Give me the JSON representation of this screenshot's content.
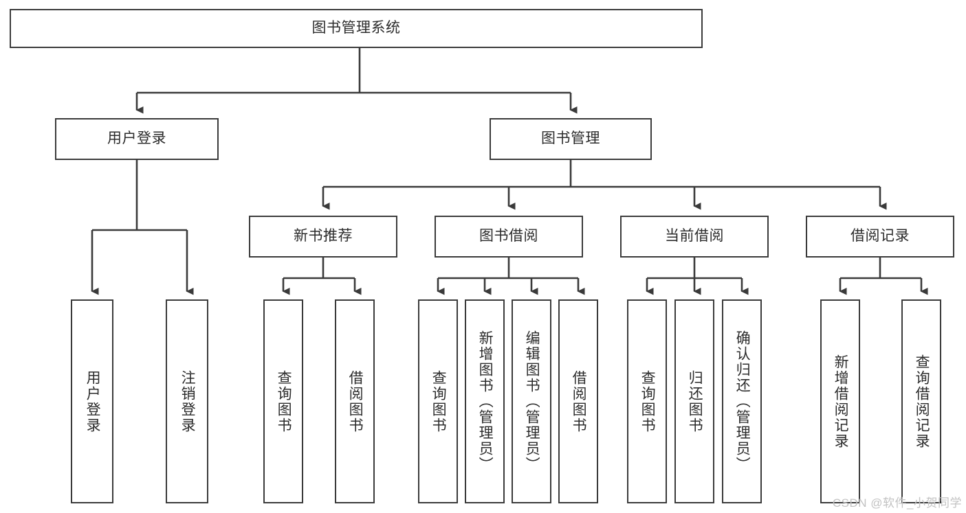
{
  "diagram": {
    "title_node": {
      "id": "root",
      "label": "图书管理系统"
    },
    "level1": [
      {
        "id": "login",
        "label": "用户登录"
      },
      {
        "id": "bookmgmt",
        "label": "图书管理"
      }
    ],
    "level2": [
      {
        "id": "newbook",
        "label": "新书推荐"
      },
      {
        "id": "borrow",
        "label": "图书借阅"
      },
      {
        "id": "current",
        "label": "当前借阅"
      },
      {
        "id": "records",
        "label": "借阅记录"
      }
    ],
    "leaves": [
      {
        "id": "leaf-user-login",
        "label": "用户登录"
      },
      {
        "id": "leaf-user-logout",
        "label": "注销登录"
      },
      {
        "id": "leaf-query-book-1",
        "label": "查询图书"
      },
      {
        "id": "leaf-borrow-book-1",
        "label": "借阅图书"
      },
      {
        "id": "leaf-query-book-2",
        "label": "查询图书"
      },
      {
        "id": "leaf-add-book",
        "label": "新增图书（管理员）"
      },
      {
        "id": "leaf-edit-book",
        "label": "编辑图书（管理员）"
      },
      {
        "id": "leaf-borrow-book-2",
        "label": "借阅图书"
      },
      {
        "id": "leaf-query-book-3",
        "label": "查询图书"
      },
      {
        "id": "leaf-return-book",
        "label": "归还图书"
      },
      {
        "id": "leaf-confirm-return",
        "label": "确认归还（管理员）"
      },
      {
        "id": "leaf-add-record",
        "label": "新增借阅记录"
      },
      {
        "id": "leaf-query-record",
        "label": "查询借阅记录"
      }
    ],
    "watermark": "CSDN @软件_小贺同学",
    "colors": {
      "stroke": "#3a3a3a",
      "text": "#2b2b2b",
      "background": "#ffffff",
      "watermark": "#c2c2c2"
    }
  }
}
